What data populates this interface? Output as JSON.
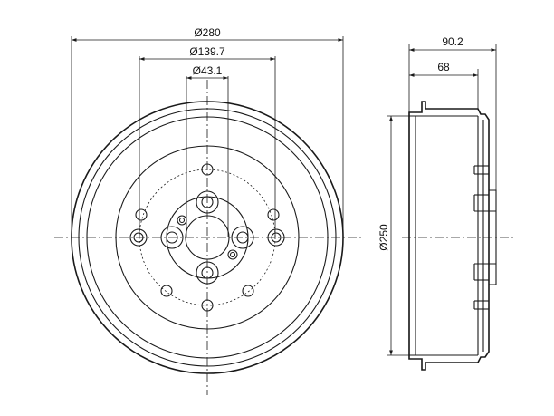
{
  "dimensions": {
    "outer_diameter": "Ø280",
    "bolt_circle": "Ø139.7",
    "center_bore": "Ø43.1",
    "drum_inner_diameter": "Ø250",
    "total_height": "90.2",
    "mount_height": "68"
  }
}
